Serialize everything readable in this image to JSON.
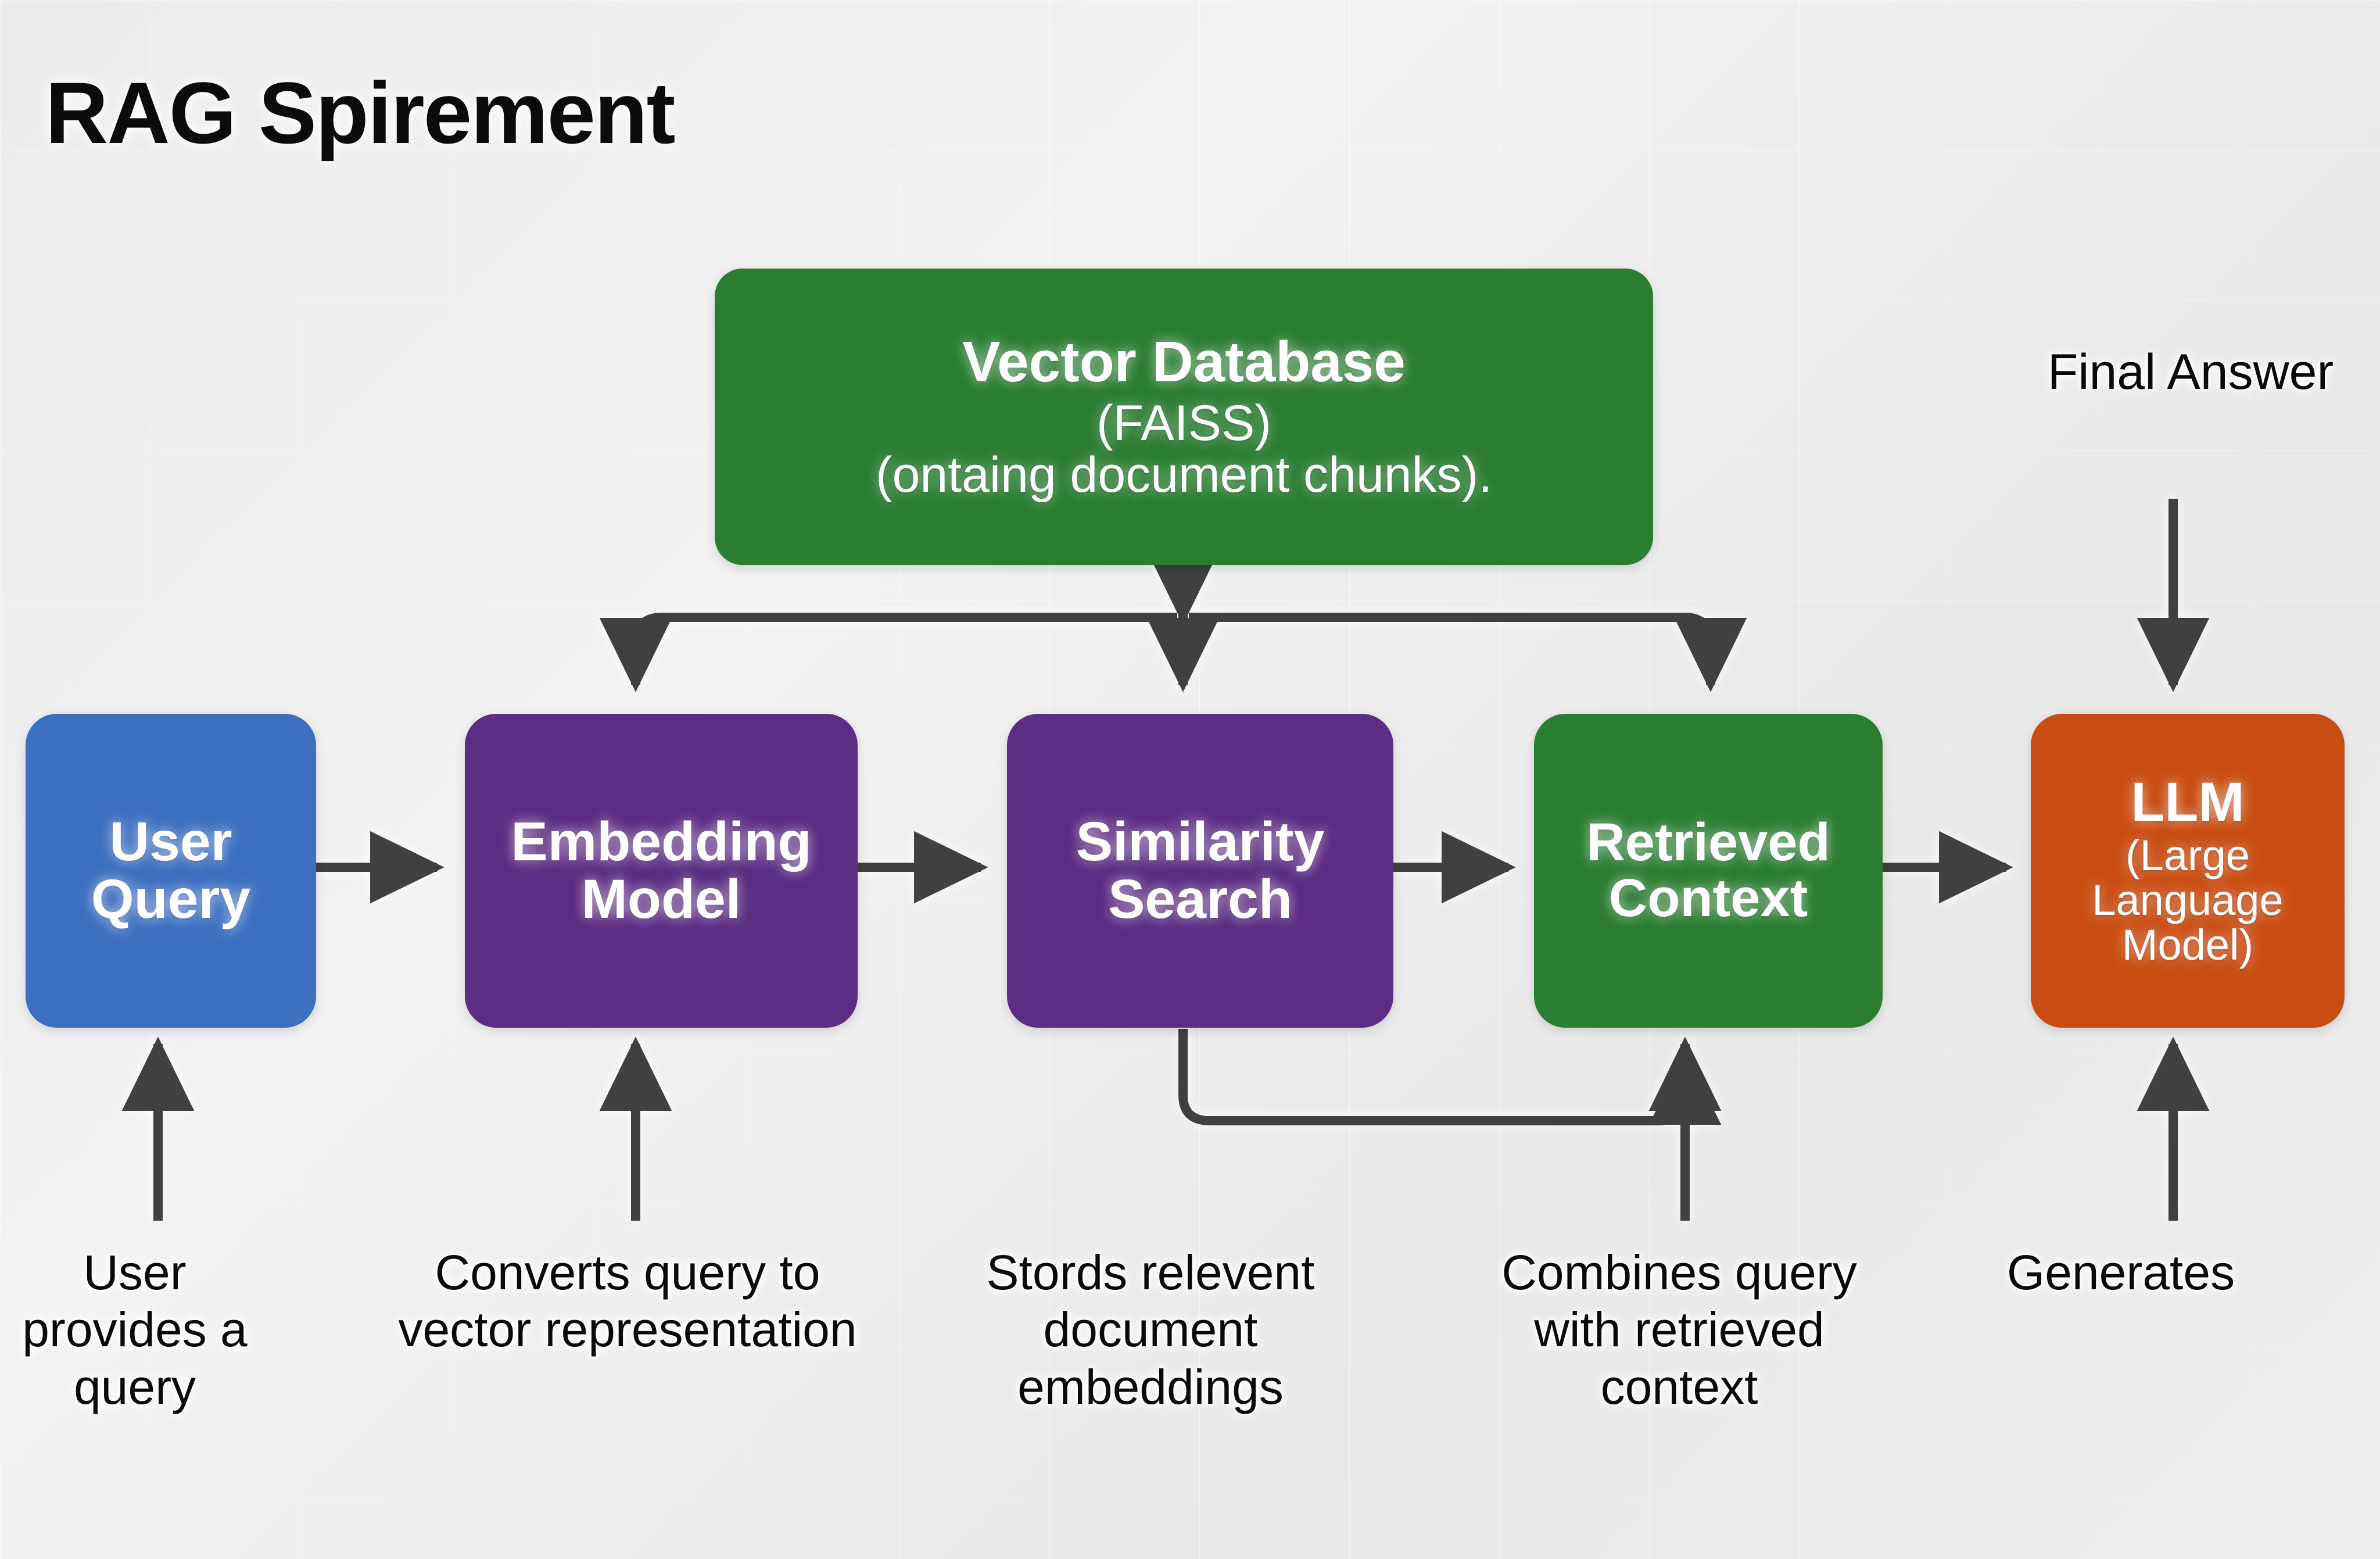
{
  "diagram": {
    "title": "RAG Spirement",
    "background_color": "#eeeeee",
    "nodes": {
      "vector_db": {
        "line1": "Vector Database",
        "line2": "(FAISS)",
        "line3": "(ontaing document chunks).",
        "color": "#2b7d32"
      },
      "user_query": {
        "line1": "User",
        "line2": "Query",
        "color": "#3d6fc0"
      },
      "embedding_model": {
        "line1": "Embedding",
        "line2": "Model",
        "color": "#5c2d83"
      },
      "similarity_search": {
        "line1": "Similarity",
        "line2": "Search",
        "color": "#5c2d83"
      },
      "retrieved_context": {
        "line1": "Retrieved",
        "line2": "Context",
        "color": "#2b7d32"
      },
      "llm": {
        "line1": "LLM",
        "line2": "(Large",
        "line3": "Language",
        "line4": "Model)",
        "color": "#c94d12"
      }
    },
    "captions": {
      "user_query": "User provides a query",
      "embedding_model": "Converts query to vector representation",
      "similarity_search": "Stords relevent document embeddings",
      "retrieved_context": "Combines query with retrieved context",
      "llm": "Generates",
      "final_answer": "Final Answer"
    },
    "connector_color": "#3f3f3f"
  }
}
